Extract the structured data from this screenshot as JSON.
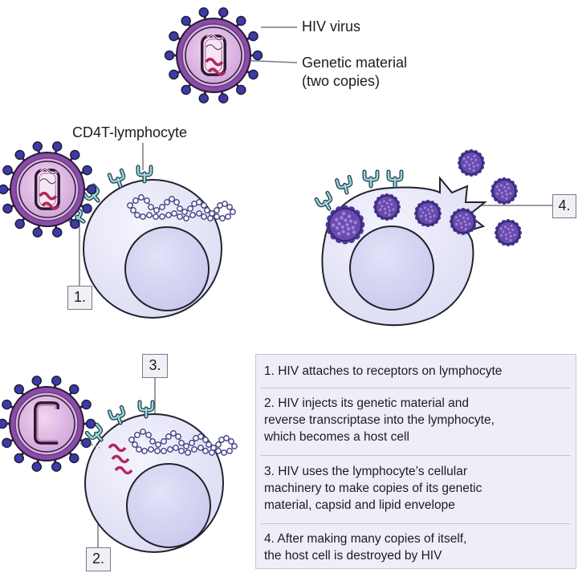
{
  "labels": {
    "virus": "HIV virus",
    "genetic_line1": "Genetic material",
    "genetic_line2": "(two copies)",
    "cd4": "CD4T-lymphocyte"
  },
  "markers": [
    "1.",
    "2.",
    "3.",
    "4."
  ],
  "steps": [
    {
      "line1": "1. HIV attaches to receptors on lymphocyte"
    },
    {
      "line1": "2. HIV injects its genetic material and",
      "line2": "reverse transcriptase into the lymphocyte,",
      "line3": "which becomes a host cell"
    },
    {
      "line1": "3. HIV uses the lymphocyte’s cellular",
      "line2": "machinery to make copies of its genetic",
      "line3": "material, capsid and lipid envelope"
    },
    {
      "line1": "4. After making many copies of itself,",
      "line2": "the host cell is destroyed by HIV"
    }
  ],
  "colors": {
    "envelope": "#8b4ca8",
    "spike": "#3d3aa8",
    "capsid": "#c9a8d8",
    "cell_fill": "#e6e6f8",
    "nucleus": "#d4d4f2",
    "receptor": "#3a8fa0",
    "rna": "#b3265c",
    "border": "#22222e"
  }
}
